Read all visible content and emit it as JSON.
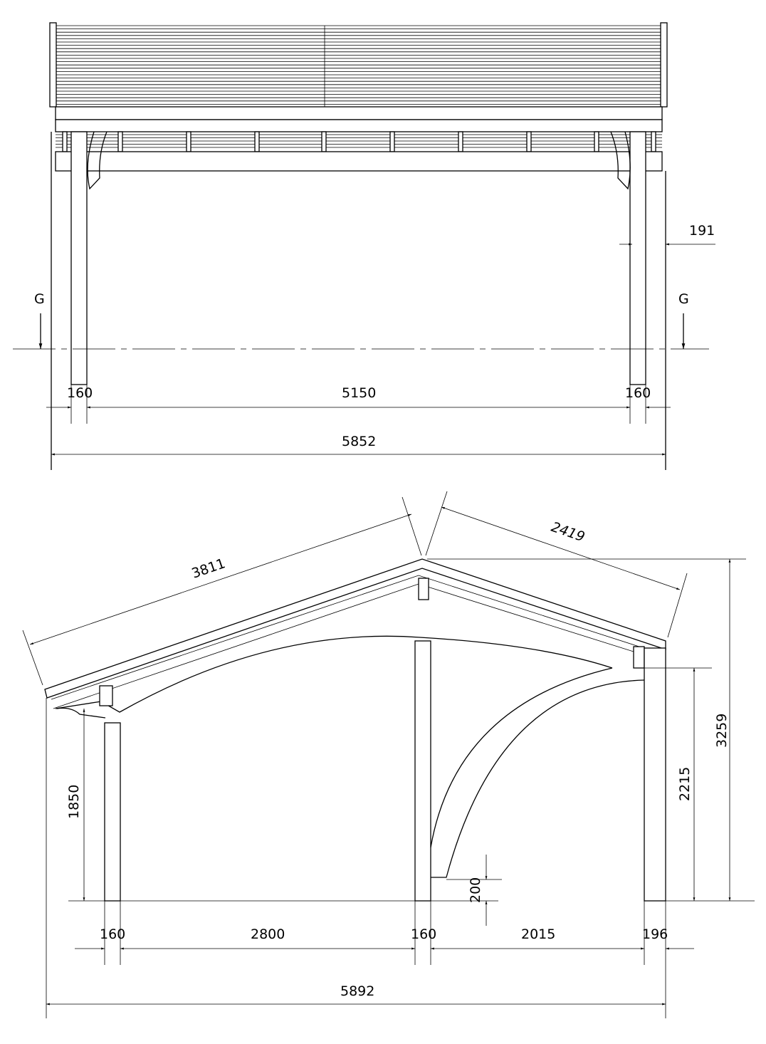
{
  "front_view": {
    "section_marks": [
      "G",
      "G"
    ],
    "dimensions": {
      "overhang_right": "191",
      "post_left": "160",
      "span": "5150",
      "post_right": "160",
      "overall": "5852"
    }
  },
  "side_view": {
    "dimensions": {
      "rafter_left": "3811",
      "rafter_right": "2419",
      "height_total": "3259",
      "height_arch": "2215",
      "height_eave": "1850",
      "arch_foot": "200",
      "post_left": "160",
      "span_left": "2800",
      "post_mid": "160",
      "span_right": "2015",
      "post_right": "196",
      "overall": "5892"
    }
  }
}
